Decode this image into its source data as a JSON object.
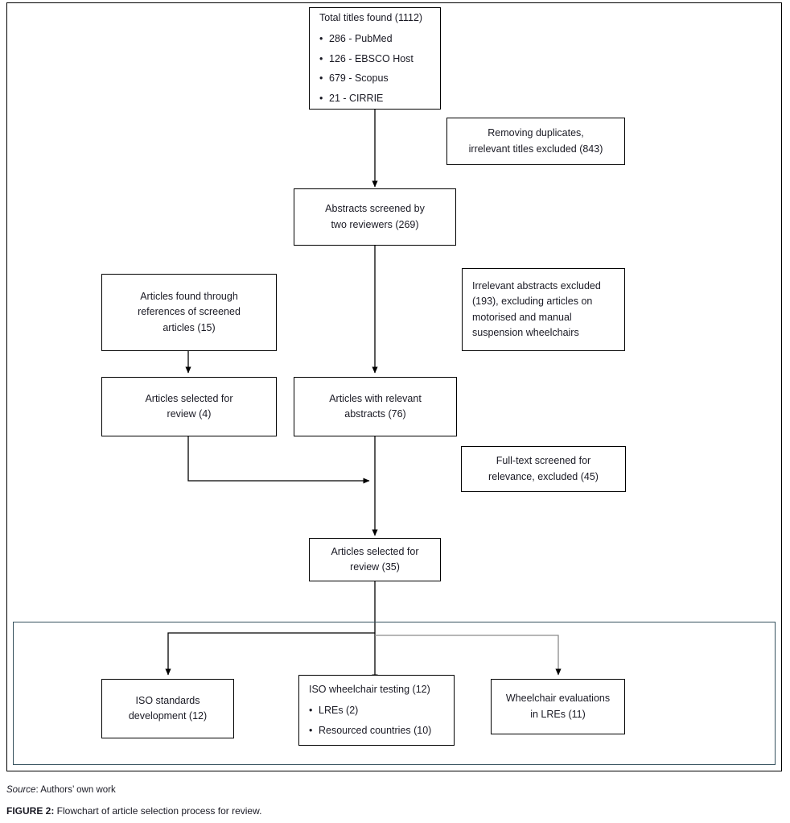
{
  "figure": {
    "source_label": "Source",
    "source_text": ": Authors’ own work",
    "caption_label": "FIGURE 2:",
    "caption_text": " Flowchart of article selection process for review."
  },
  "colors": {
    "box_border": "#000000",
    "group_border": "#36525e",
    "connector": "#000000",
    "connector_grey": "#8a8a8a",
    "text": "#1a1a24",
    "background": "#ffffff"
  },
  "flowchart": {
    "type": "flowchart",
    "title": "Flowchart of article selection process for review",
    "nodes": {
      "total_titles": {
        "heading": "Total titles found (1112)",
        "bullets": [
          "286 - PubMed",
          "126 - EBSCO Host",
          "679 - Scopus",
          "21 - CIRRIE"
        ]
      },
      "removing_duplicates": {
        "text": "Removing duplicates,\nirrelevant titles excluded (843)"
      },
      "abstracts_screened": {
        "text": "Abstracts screened by\ntwo reviewers (269)"
      },
      "articles_references": {
        "text": "Articles found through\nreferences of screened\narticles (15)"
      },
      "irrelevant_abstracts": {
        "text": "Irrelevant abstracts excluded\n(193), excluding articles on\nmotorised and manual\nsuspension wheelchairs"
      },
      "articles_selected_4": {
        "text": "Articles selected for\nreview (4)"
      },
      "articles_relevant_76": {
        "text": "Articles with relevant\nabstracts (76)"
      },
      "fulltext_screened": {
        "text": "Full-text screened for\nrelevance, excluded (45)"
      },
      "articles_selected_35": {
        "text": "Articles selected for\nreview (35)"
      },
      "iso_standards": {
        "text": "ISO standards\ndevelopment (12)"
      },
      "iso_testing": {
        "heading": "ISO wheelchair testing (12)",
        "bullets": [
          "LREs (2)",
          "Resourced countries (10)"
        ]
      },
      "wheelchair_evaluations": {
        "text": "Wheelchair evaluations\nin LREs (11)"
      }
    }
  }
}
